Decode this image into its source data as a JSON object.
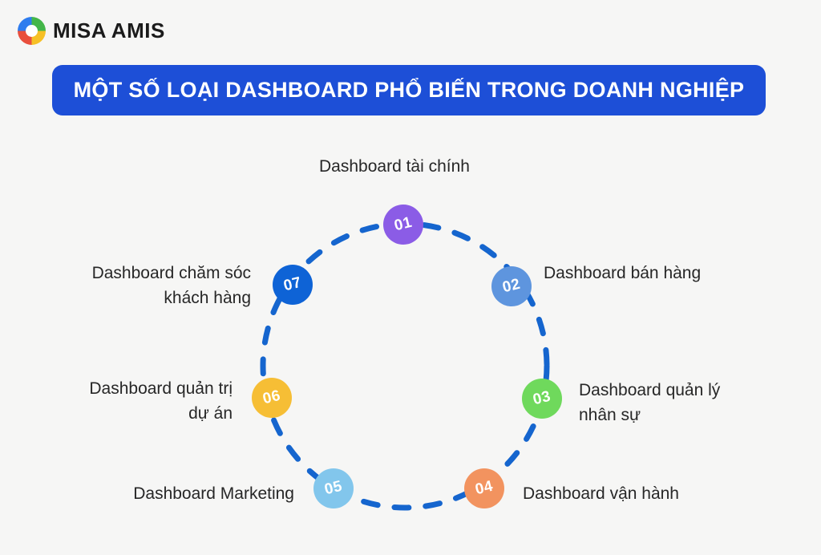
{
  "page": {
    "background": "#f6f6f5"
  },
  "header": {
    "logo_text": "MISA AMIS",
    "logo_icon": "misa-swirl-icon",
    "logo_colors": {
      "blue": "#2e7cee",
      "green": "#43b649",
      "yellow": "#f6c026",
      "red": "#e94f3d"
    }
  },
  "banner": {
    "title": "MỘT SỐ LOẠI DASHBOARD PHỔ BIẾN TRONG DOANH NGHIỆP",
    "background": "#1d4fd7",
    "text_color": "#ffffff"
  },
  "diagram": {
    "circle_color": "#1565ce",
    "nodes": [
      {
        "number": "01",
        "label": "Dashboard tài chính",
        "color": "#8b5ce6",
        "position": "top"
      },
      {
        "number": "02",
        "label": "Dashboard bán hàng",
        "color": "#5e95de",
        "position": "upper-right"
      },
      {
        "number": "03",
        "label": "Dashboard quản lý\nnhân sự",
        "color": "#6fd95c",
        "position": "right"
      },
      {
        "number": "04",
        "label": "Dashboard vận hành",
        "color": "#f2935f",
        "position": "lower-right"
      },
      {
        "number": "05",
        "label": "Dashboard Marketing",
        "color": "#82c6ec",
        "position": "lower-left"
      },
      {
        "number": "06",
        "label": "Dashboard quản trị\ndự án",
        "color": "#f6be35",
        "position": "left"
      },
      {
        "number": "07",
        "label": "Dashboard chăm sóc\nkhách hàng",
        "color": "#0e63d6",
        "position": "upper-left"
      }
    ]
  }
}
